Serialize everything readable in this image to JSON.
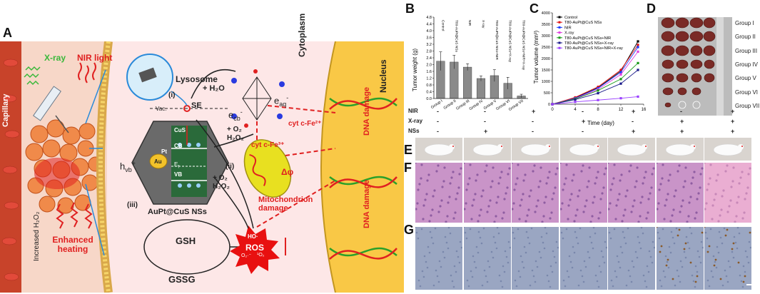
{
  "panels": {
    "A": "A",
    "B": "B",
    "C": "C",
    "D": "D",
    "E": "E",
    "F": "F",
    "G": "G"
  },
  "schematic": {
    "capillary": "Capillary",
    "xray": "X-ray",
    "nir": "NIR light",
    "lysosome": "Lysosome",
    "cytoplasm": "Cytoplasm",
    "nucleus": "Nucleus",
    "se": "SE",
    "vac": "Vac.",
    "h2o": "+ H₂O",
    "eaq": "e",
    "eaq_sup": "aq",
    "eaq_minus": "-",
    "ecb": "e",
    "ecb_sub": "cb",
    "ecb_minus": "-",
    "hvb": "h",
    "hvb_sub": "vb",
    "hvb_plus": "+",
    "i": "(i)",
    "ii": "(ii)",
    "iii": "(iii)",
    "o2_a": "+ O₂",
    "h2o2_a": "H₂O₂",
    "o2_b": "+ O₂",
    "h2o2_b": "H₂O₂",
    "cus": "CuS",
    "cb": "CB",
    "ef": "E",
    "ef_sub": "f",
    "vb": "VB",
    "pt": "Pt",
    "au": "Au",
    "particle": "AuPt@CuS NSs",
    "gsh": "GSH",
    "gssg": "GSSG",
    "ros": "ROS",
    "ho": "HO·",
    "o2r": "O₂·⁻",
    "o1": "¹O₂",
    "fe3": "cyt c-Fe³⁺",
    "fe2": "cyt c-Fe²⁺",
    "dphi": "Δφ",
    "mito_damage": "Mitochondrion damage",
    "dna1": "DNA damage",
    "dna2": "DNA damage",
    "increased": "Increased H₂O₂",
    "enhanced": "Enhanced heating"
  },
  "chart_data": [
    {
      "type": "bar",
      "categories": [
        "Group I",
        "Group II",
        "Group III",
        "Group IV",
        "Group V",
        "Group VI",
        "Group VII"
      ],
      "values": [
        2.2,
        2.15,
        1.85,
        1.18,
        1.35,
        0.9,
        0.15
      ],
      "errors": [
        0.55,
        0.4,
        0.2,
        0.15,
        0.35,
        0.35,
        0.1
      ],
      "ylabel": "Tumor weight (g)",
      "ylim": [
        0,
        4.8
      ],
      "yticks": [
        "0.0",
        "0.4",
        "0.8",
        "1.2",
        "1.6",
        "2.0",
        "2.4",
        "2.8",
        "3.2",
        "3.6",
        "4.0",
        "4.4",
        "4.8"
      ],
      "legend": [
        "Control",
        "T80-AuPt@CuS NSs",
        "NIR",
        "X-ray",
        "T80-AuPt@CuS NSs+NIR",
        "T80-AuPt@CuS NSs+X-ray",
        "T80-AuPt@CuS NSs+NIR+X-ray"
      ],
      "color": "#8a8a8a"
    },
    {
      "type": "line",
      "x": [
        0,
        4,
        8,
        12,
        15
      ],
      "xlabel": "Time (day)",
      "ylabel": "Tumor volume (mm³)",
      "xticks": [
        "0",
        "4",
        "8",
        "12",
        "16"
      ],
      "yticks": [
        "0",
        "500",
        "1000",
        "1500",
        "2000",
        "2500",
        "3000",
        "3500",
        "4000"
      ],
      "xlim": [
        0,
        16
      ],
      "ylim": [
        0,
        4000
      ],
      "series": [
        {
          "name": "Control",
          "color": "#000000",
          "marker": "square",
          "values": [
            0,
            280,
            720,
            1450,
            2750
          ]
        },
        {
          "name": "T80-AuPt@CuS NSs",
          "color": "#e01010",
          "marker": "circle",
          "values": [
            0,
            300,
            760,
            1500,
            2600
          ]
        },
        {
          "name": "NIR",
          "color": "#1a3cff",
          "marker": "tri-up",
          "values": [
            0,
            260,
            700,
            1400,
            2500
          ]
        },
        {
          "name": "X-ray",
          "color": "#e040e0",
          "marker": "tri-down",
          "values": [
            0,
            240,
            650,
            1300,
            2300
          ]
        },
        {
          "name": "T80-AuPt@CuS NSs+NIR",
          "color": "#1a9a1a",
          "marker": "diamond",
          "values": [
            0,
            230,
            600,
            1100,
            1800
          ]
        },
        {
          "name": "T80-AuPt@CuS NSs+X-ray",
          "color": "#1a1a8a",
          "marker": "tri-left",
          "values": [
            0,
            200,
            480,
            900,
            1500
          ]
        },
        {
          "name": "T80-AuPt@CuS NSs+NIR+X-ray",
          "color": "#9a40ff",
          "marker": "tri-right",
          "values": [
            0,
            100,
            180,
            260,
            330
          ]
        }
      ]
    }
  ],
  "groups": [
    "Group I",
    "Group II",
    "Group III",
    "Group IV",
    "Group V",
    "Group VI",
    "Group VII"
  ],
  "treat_rows": [
    {
      "label": "NIR",
      "signs": [
        "-",
        "-",
        "+",
        "-",
        "+",
        "-",
        "+"
      ]
    },
    {
      "label": "X-ray",
      "signs": [
        "-",
        "-",
        "-",
        "+",
        "-",
        "+",
        "+"
      ]
    },
    {
      "label": "NSs",
      "signs": [
        "-",
        "+",
        "-",
        "-",
        "+",
        "+",
        "+"
      ]
    }
  ]
}
